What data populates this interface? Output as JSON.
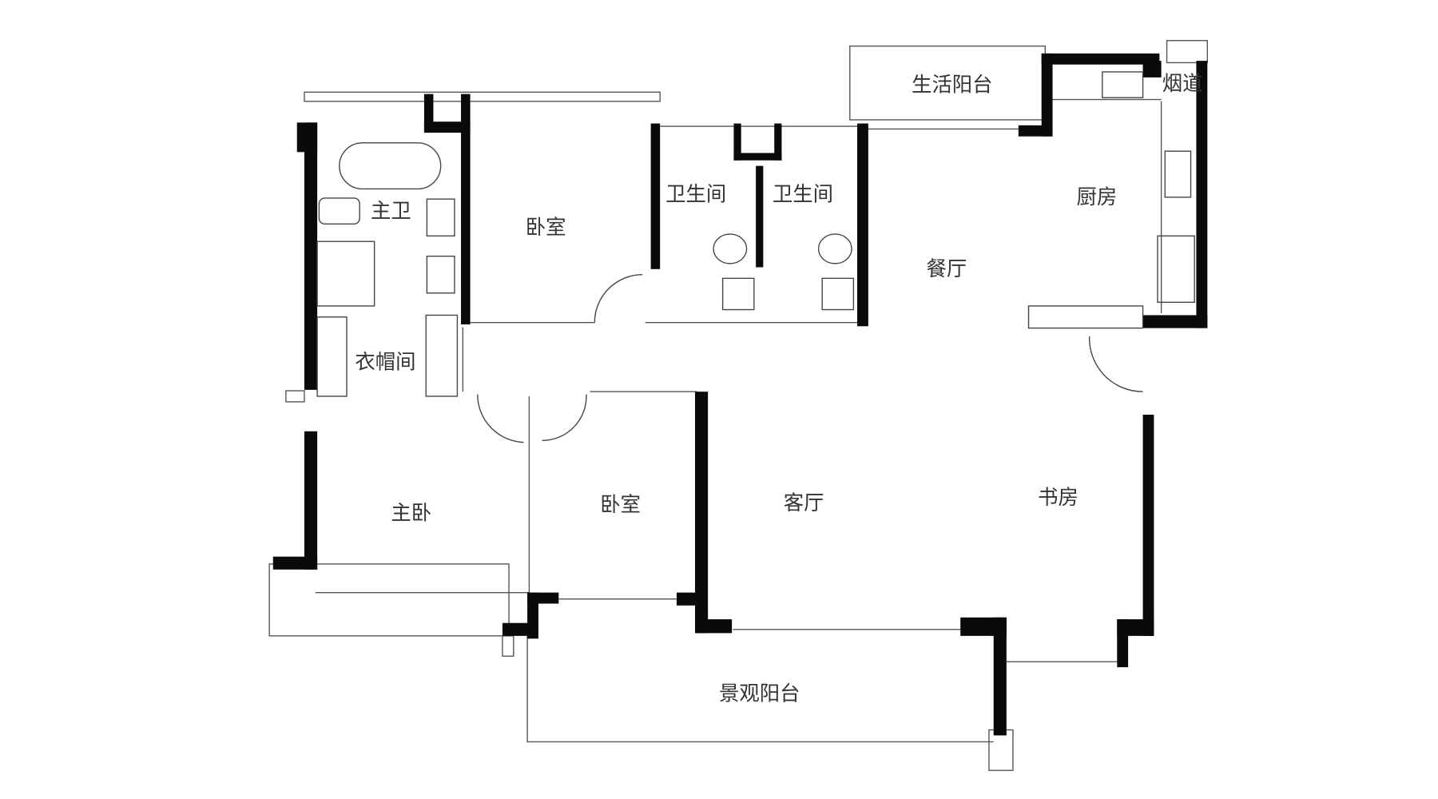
{
  "rooms": {
    "service_balcony": "生活阳台",
    "flue": "烟道",
    "kitchen": "厨房",
    "dining": "餐厅",
    "bathroom_1": "卫生间",
    "bathroom_2": "卫生间",
    "bedroom_north": "卧室",
    "master_bath": "主卫",
    "walk_in_closet": "衣帽间",
    "master_bedroom": "主卧",
    "bedroom_south": "卧室",
    "living_room": "客厅",
    "study": "书房",
    "view_balcony": "景观阳台"
  }
}
